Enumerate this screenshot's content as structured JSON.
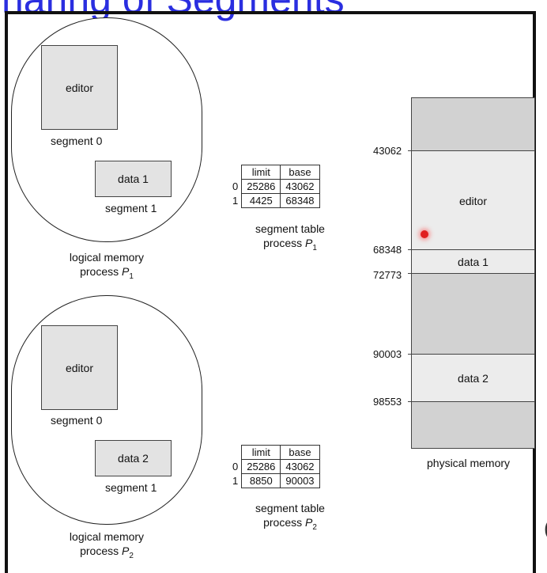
{
  "title": "haring of Segments",
  "process1": {
    "segment0": {
      "name": "editor",
      "label": "segment 0"
    },
    "segment1": {
      "name": "data 1",
      "label": "segment 1"
    },
    "caption_line1": "logical memory",
    "caption_line2": "process",
    "caption_sub": "1",
    "table": {
      "headers": [
        "limit",
        "base"
      ],
      "rows": [
        {
          "index": "0",
          "limit": "25286",
          "base": "43062"
        },
        {
          "index": "1",
          "limit": "4425",
          "base": "68348"
        }
      ],
      "caption_line1": "segment table",
      "caption_line2": "process",
      "caption_sub": "1"
    }
  },
  "process2": {
    "segment0": {
      "name": "editor",
      "label": "segment 0"
    },
    "segment1": {
      "name": "data 2",
      "label": "segment 1"
    },
    "caption_line1": "logical memory",
    "caption_line2": "process",
    "caption_sub": "2",
    "table": {
      "headers": [
        "limit",
        "base"
      ],
      "rows": [
        {
          "index": "0",
          "limit": "25286",
          "base": "43062"
        },
        {
          "index": "1",
          "limit": "8850",
          "base": "90003"
        }
      ],
      "caption_line1": "segment table",
      "caption_line2": "process",
      "caption_sub": "2"
    }
  },
  "physical_memory": {
    "label": "physical memory",
    "addresses": [
      "43062",
      "68348",
      "72773",
      "90003",
      "98553"
    ],
    "blocks": [
      "editor",
      "data 1",
      "data 2"
    ]
  },
  "process_symbol": "P",
  "edge_glyph": "("
}
